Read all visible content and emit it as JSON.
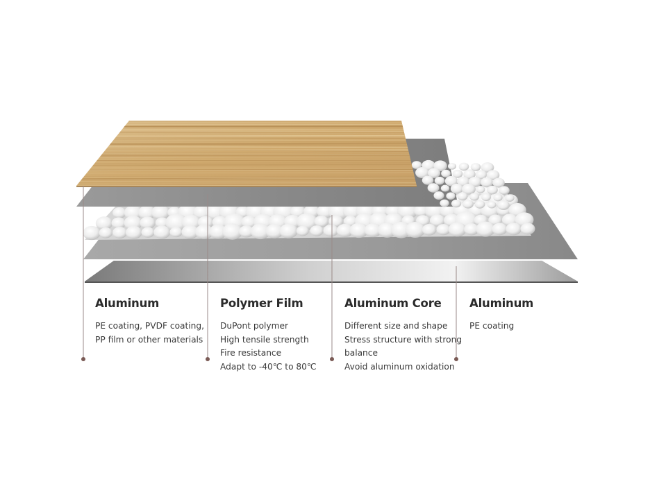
{
  "diagram": {
    "layers": [
      {
        "id": "aluminum-top",
        "title": "Aluminum",
        "lines": [
          "PE coating, PVDF coating,",
          "PP film or other materials"
        ]
      },
      {
        "id": "polymer-film",
        "title": "Polymer Film",
        "lines": [
          "DuPont polymer",
          "High tensile strength",
          "Fire resistance",
          "Adapt to -40℃ to 80℃"
        ]
      },
      {
        "id": "aluminum-core",
        "title": "Aluminum Core",
        "lines": [
          "Different size and shape",
          "Stress structure with strong",
          "balance",
          "Avoid aluminum oxidation"
        ]
      },
      {
        "id": "aluminum-bottom",
        "title": "Aluminum",
        "lines": [
          "PE coating"
        ]
      }
    ],
    "colors": {
      "wood": "#d2b07a",
      "sheet_grey": "#8c8c8c",
      "sheet_silver": "#b8b8b8",
      "bubble": "#f2f2f2",
      "leader": "#7a5a55",
      "text": "#2b2b2b"
    }
  }
}
